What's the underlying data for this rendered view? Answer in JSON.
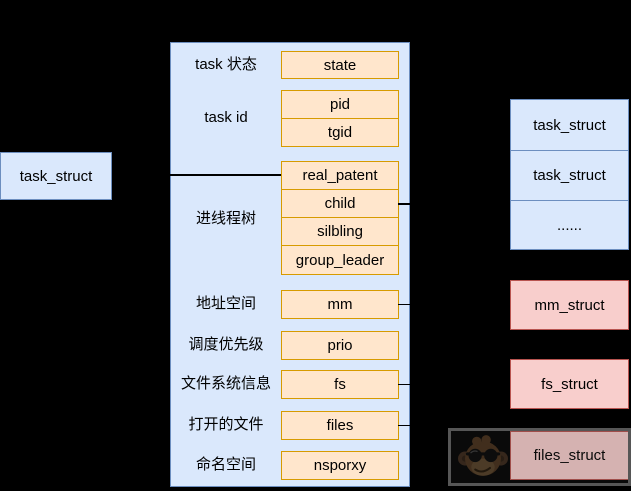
{
  "root_node": {
    "label": "task_struct"
  },
  "struct_box": {
    "labels": [
      "task 状态",
      "task id",
      "进线程树",
      "地址空间",
      "调度优先级",
      "文件系统信息",
      "打开的文件",
      "命名空间"
    ],
    "fields": [
      "state",
      "pid",
      "tgid",
      "real_patent",
      "child",
      "silbling",
      "group_leader",
      "mm",
      "prio",
      "fs",
      "files",
      "nsporxy"
    ]
  },
  "task_list": [
    "task_struct",
    "task_struct",
    "......"
  ],
  "linked_structs": [
    "mm_struct",
    "fs_struct",
    "files_struct"
  ],
  "watermark": {
    "icon": "monkey-face-sunglasses"
  },
  "colors": {
    "node_fill": "#dae8fc",
    "node_border": "#6c8ebf",
    "field_fill": "#ffe6cc",
    "field_border": "#d79b00",
    "struct_fill": "#f8cecc",
    "struct_border": "#b85450",
    "connector": "#000000",
    "watermark_border": "#565656"
  }
}
